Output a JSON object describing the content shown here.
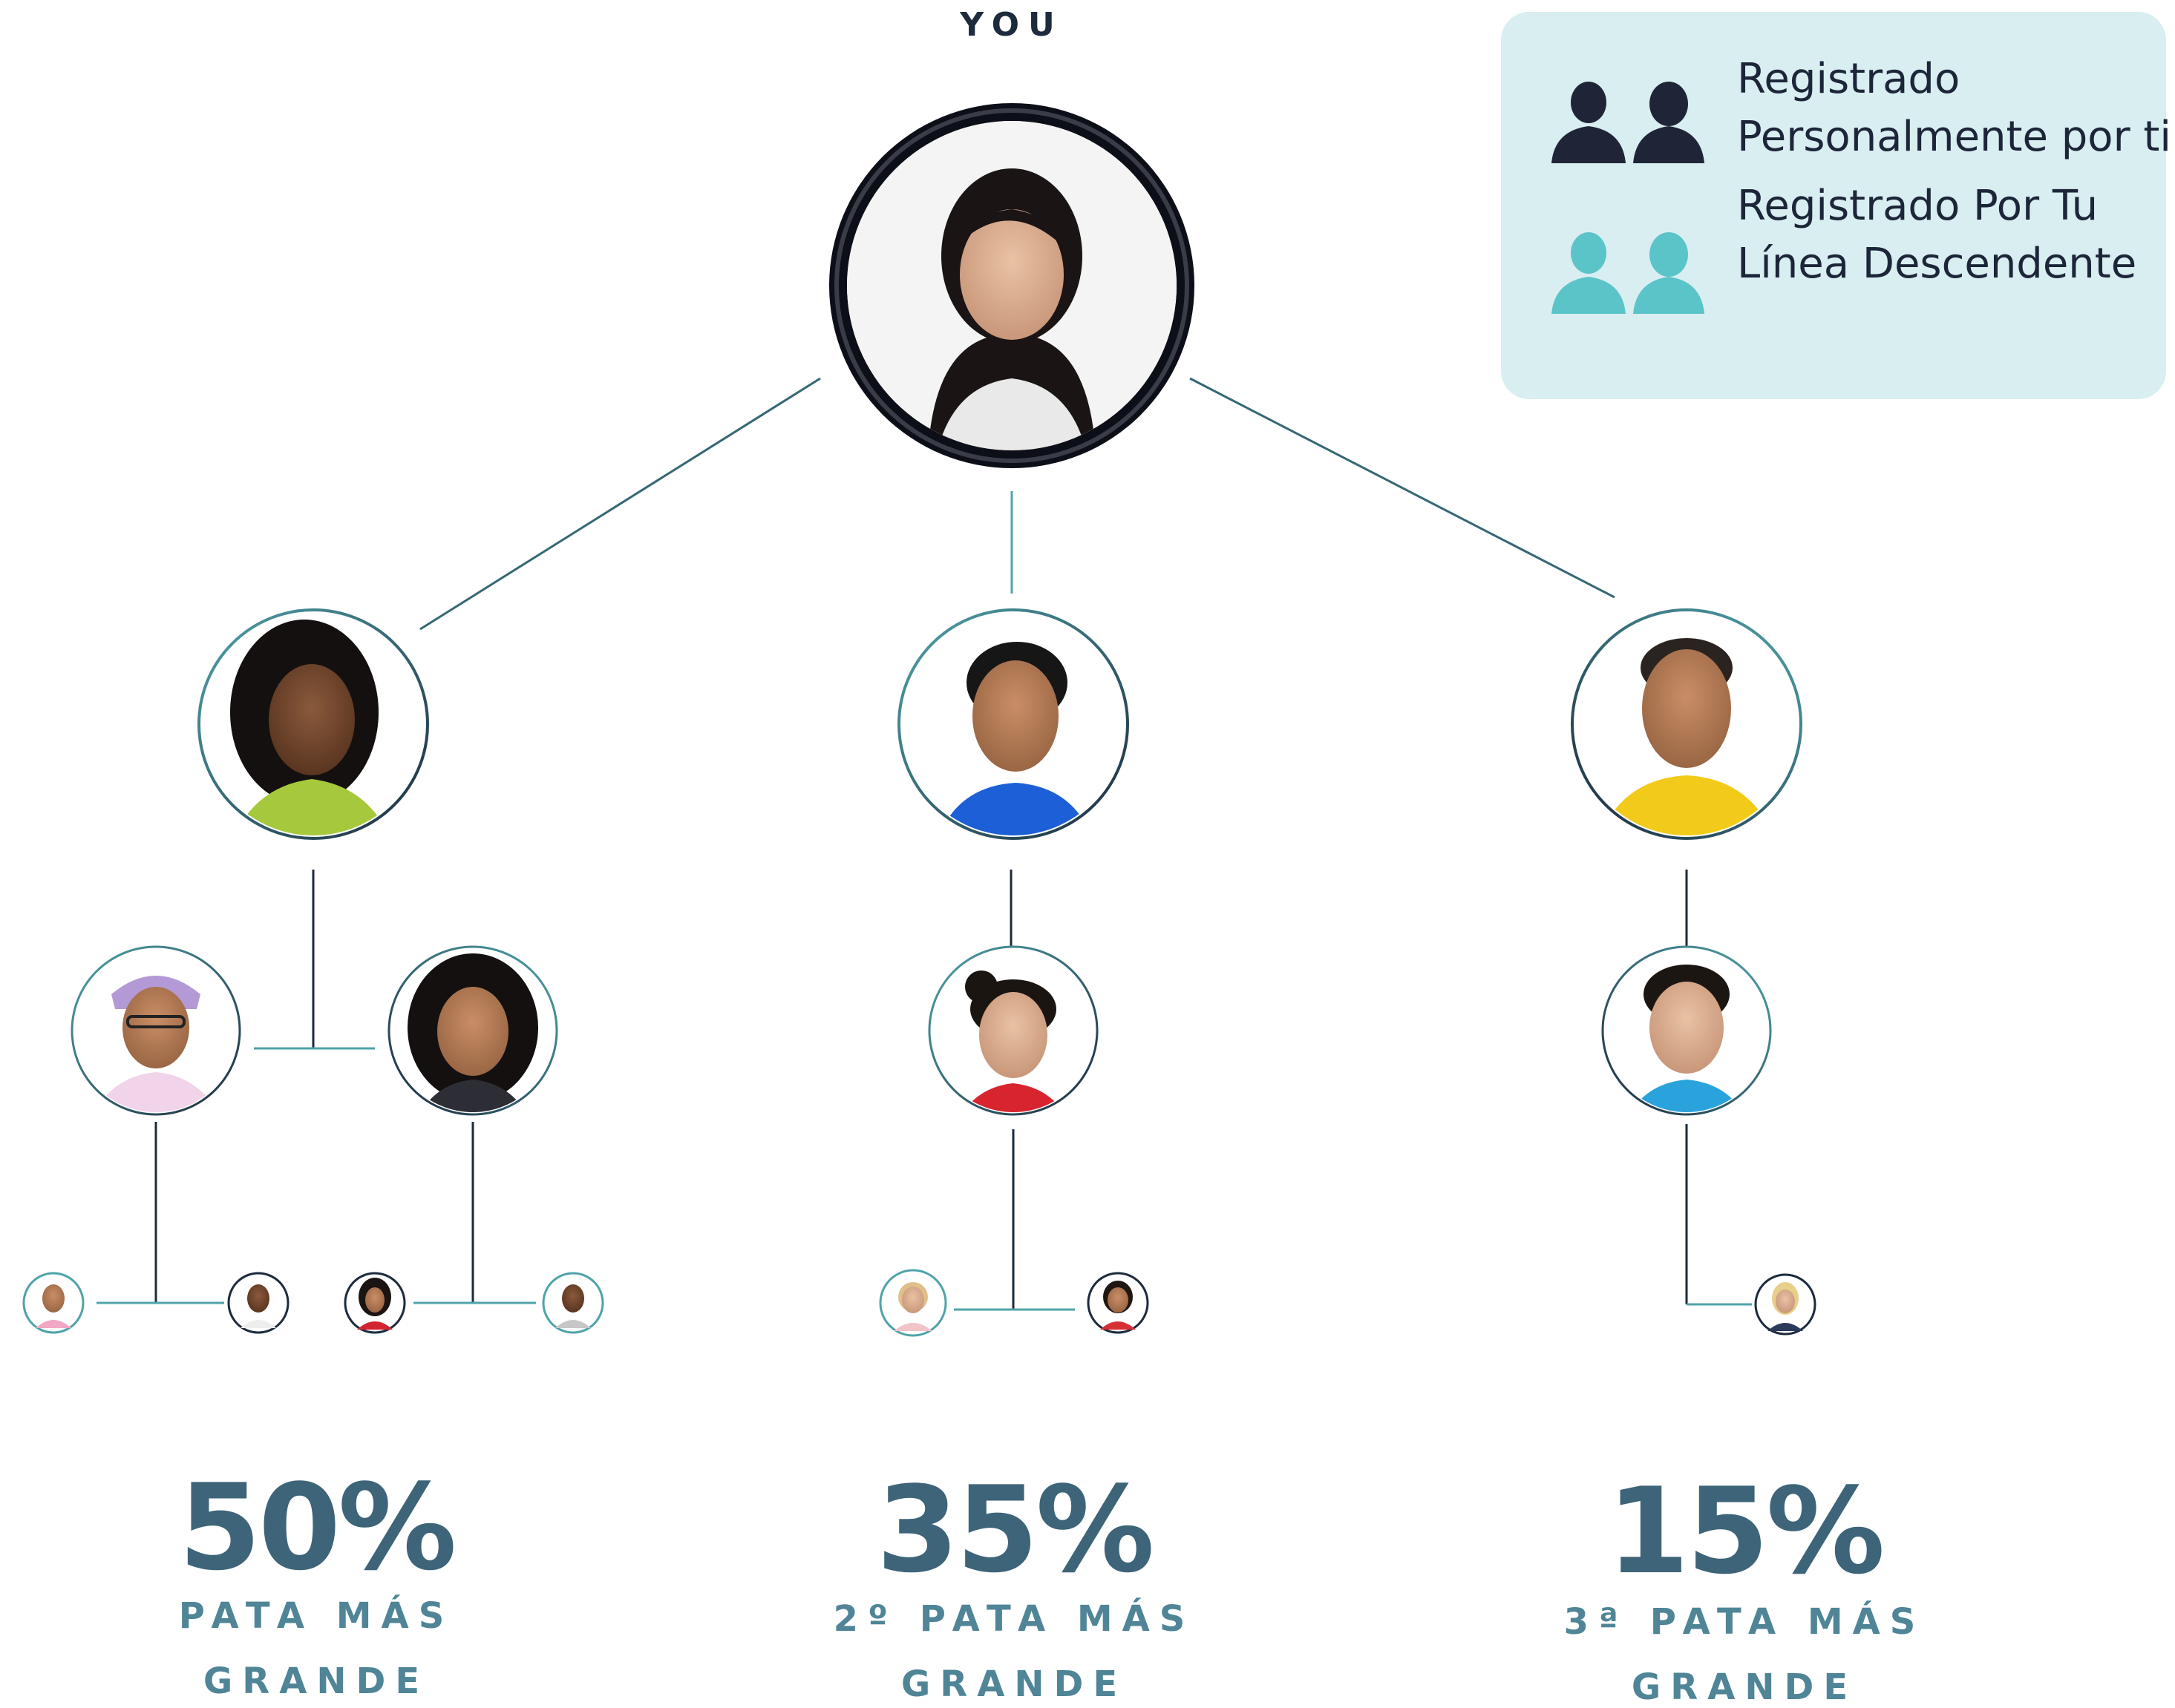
{
  "header": {
    "you_label": "YOU"
  },
  "legend": {
    "personal_line1": "Registrado",
    "personal_line2": "Personalmente por ti",
    "downline_line1": "Registrado Por Tu",
    "downline_line2": "Línea Descendente",
    "personal_color": "#1f2536",
    "downline_color": "#5bc4c9",
    "icon_names": [
      "male-user-icon",
      "female-user-icon"
    ]
  },
  "tree": {
    "root": {
      "name": "you-avatar",
      "ring": "#0d0f18"
    },
    "legs": [
      {
        "name": "leg-1",
        "percent": "50%",
        "label_line1": "PATA MÁS",
        "label_line2": "GRANDE"
      },
      {
        "name": "leg-2",
        "percent": "35%",
        "label_line1": "2º PATA MÁS",
        "label_line2": "GRANDE"
      },
      {
        "name": "leg-3",
        "percent": "15%",
        "label_line1": "3ª PATA MÁS",
        "label_line2": "GRANDE"
      }
    ]
  },
  "colors": {
    "line_dark": "#1c2b3d",
    "line_teal": "#4fa3aa",
    "percent_dark": "#3d6478",
    "percent_label": "#4f8597",
    "legend_bg": "#d9eef1"
  }
}
